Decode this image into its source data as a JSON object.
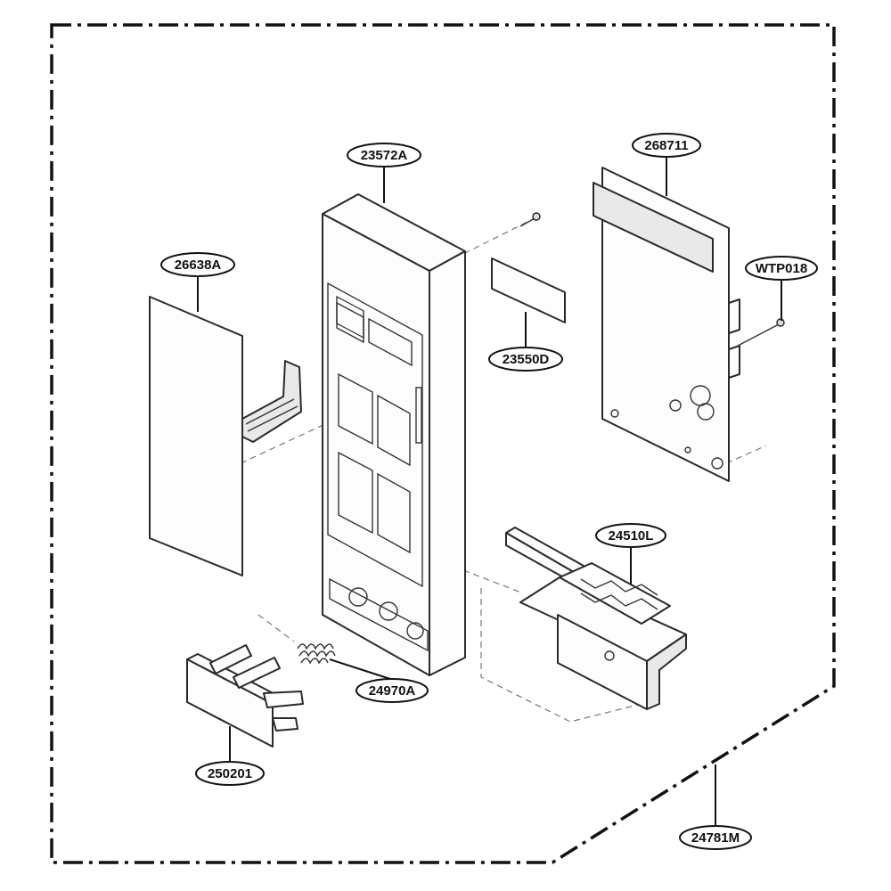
{
  "labels": {
    "boundary": "24781M",
    "control_panel_frame": "23572A",
    "membrane_switch": "26638A",
    "pcb_assembly": "268711",
    "screw": "WTP018",
    "display_window": "23550D",
    "door_button_lever": "24510L",
    "spring": "24970A",
    "push_button": "250201"
  }
}
